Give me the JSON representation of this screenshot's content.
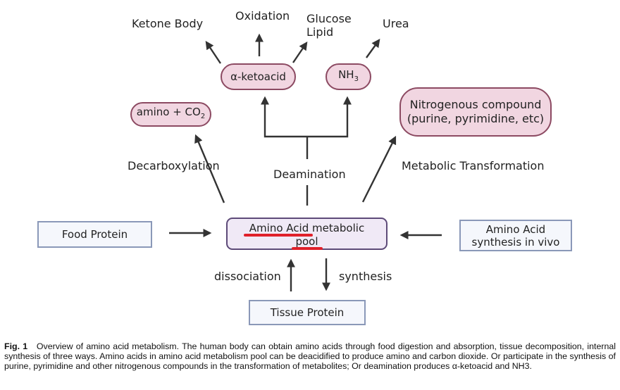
{
  "diagram": {
    "top_labels": {
      "ketone_body": "Ketone Body",
      "oxidation": "Oxidation",
      "glucose_lipid_line1": "Glucose",
      "glucose_lipid_line2": "Lipid",
      "urea": "Urea"
    },
    "nodes": {
      "ketoacid": "α-ketoacid",
      "nh3_main": "NH",
      "nh3_sub": "3",
      "amino_co2_main": "amino + CO",
      "amino_co2_sub": "2",
      "nitrogenous_line1": "Nitrogenous compound",
      "nitrogenous_line2": "(purine, pyrimidine, etc)",
      "pool_line1": "Amino Acid metabolic",
      "pool_line2": "pool",
      "food_protein": "Food Protein",
      "synthesis_in_vivo_line1": "Amino Acid",
      "synthesis_in_vivo_line2": "synthesis in vivo",
      "tissue_protein": "Tissue Protein"
    },
    "edge_labels": {
      "decarboxylation": "Decarboxylation",
      "deamination": "Deamination",
      "metabolic_transformation": "Metabolic Transformation",
      "dissociation": "dissociation",
      "synthesis": "synthesis"
    },
    "colors": {
      "product_fill": "#f1d6e1",
      "product_border": "#8c4a62",
      "source_fill": "#f5f7fc",
      "source_border": "#8a98b8",
      "pool_fill": "#f0e9f6",
      "pool_border": "#5d4a78",
      "highlight_underline": "#e0202a",
      "arrow": "#333333"
    }
  },
  "caption": {
    "fig_label": "Fig. 1",
    "text": "Overview of amino acid metabolism. The human body can obtain amino acids through food digestion and absorption, tissue decomposition, internal synthesis of three ways. Amino acids in amino acid metabolism pool can be deacidified to produce amino and carbon dioxide. Or participate in the synthesis of purine, pyrimidine and other nitrogenous compounds in the transformation of metabolites; Or deamination produces α-ketoacid and NH3."
  }
}
